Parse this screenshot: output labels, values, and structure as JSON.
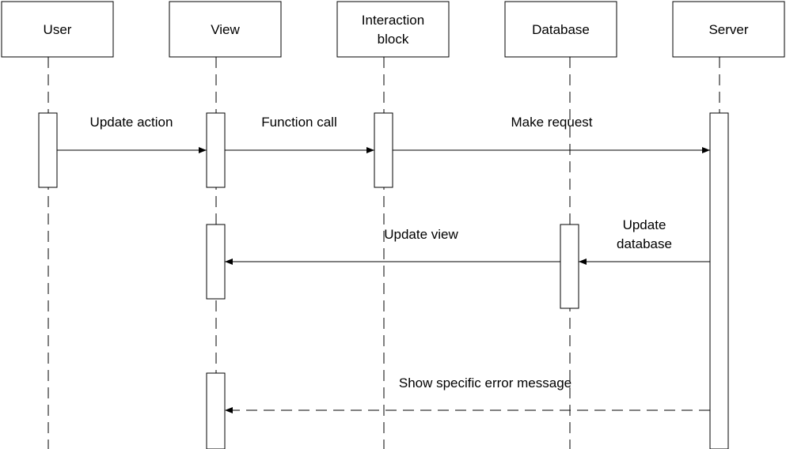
{
  "diagram": {
    "type": "sequence",
    "participants": [
      {
        "id": "user",
        "lines": [
          "User"
        ]
      },
      {
        "id": "view",
        "lines": [
          "View"
        ]
      },
      {
        "id": "interaction",
        "lines": [
          "Interaction",
          "block"
        ]
      },
      {
        "id": "database",
        "lines": [
          "Database"
        ]
      },
      {
        "id": "server",
        "lines": [
          "Server"
        ]
      }
    ],
    "messages": [
      {
        "from": "user",
        "to": "view",
        "style": "solid",
        "lines": [
          "Update action"
        ]
      },
      {
        "from": "view",
        "to": "interaction",
        "style": "solid",
        "lines": [
          "Function call"
        ]
      },
      {
        "from": "interaction",
        "to": "server",
        "style": "solid",
        "lines": [
          "Make request"
        ]
      },
      {
        "from": "server",
        "to": "database",
        "style": "solid",
        "lines": [
          "Update",
          "database"
        ]
      },
      {
        "from": "database",
        "to": "view",
        "style": "solid",
        "lines": [
          "Update view"
        ]
      },
      {
        "from": "server",
        "to": "view",
        "style": "dashed",
        "lines": [
          "Show specific error message"
        ]
      }
    ]
  }
}
